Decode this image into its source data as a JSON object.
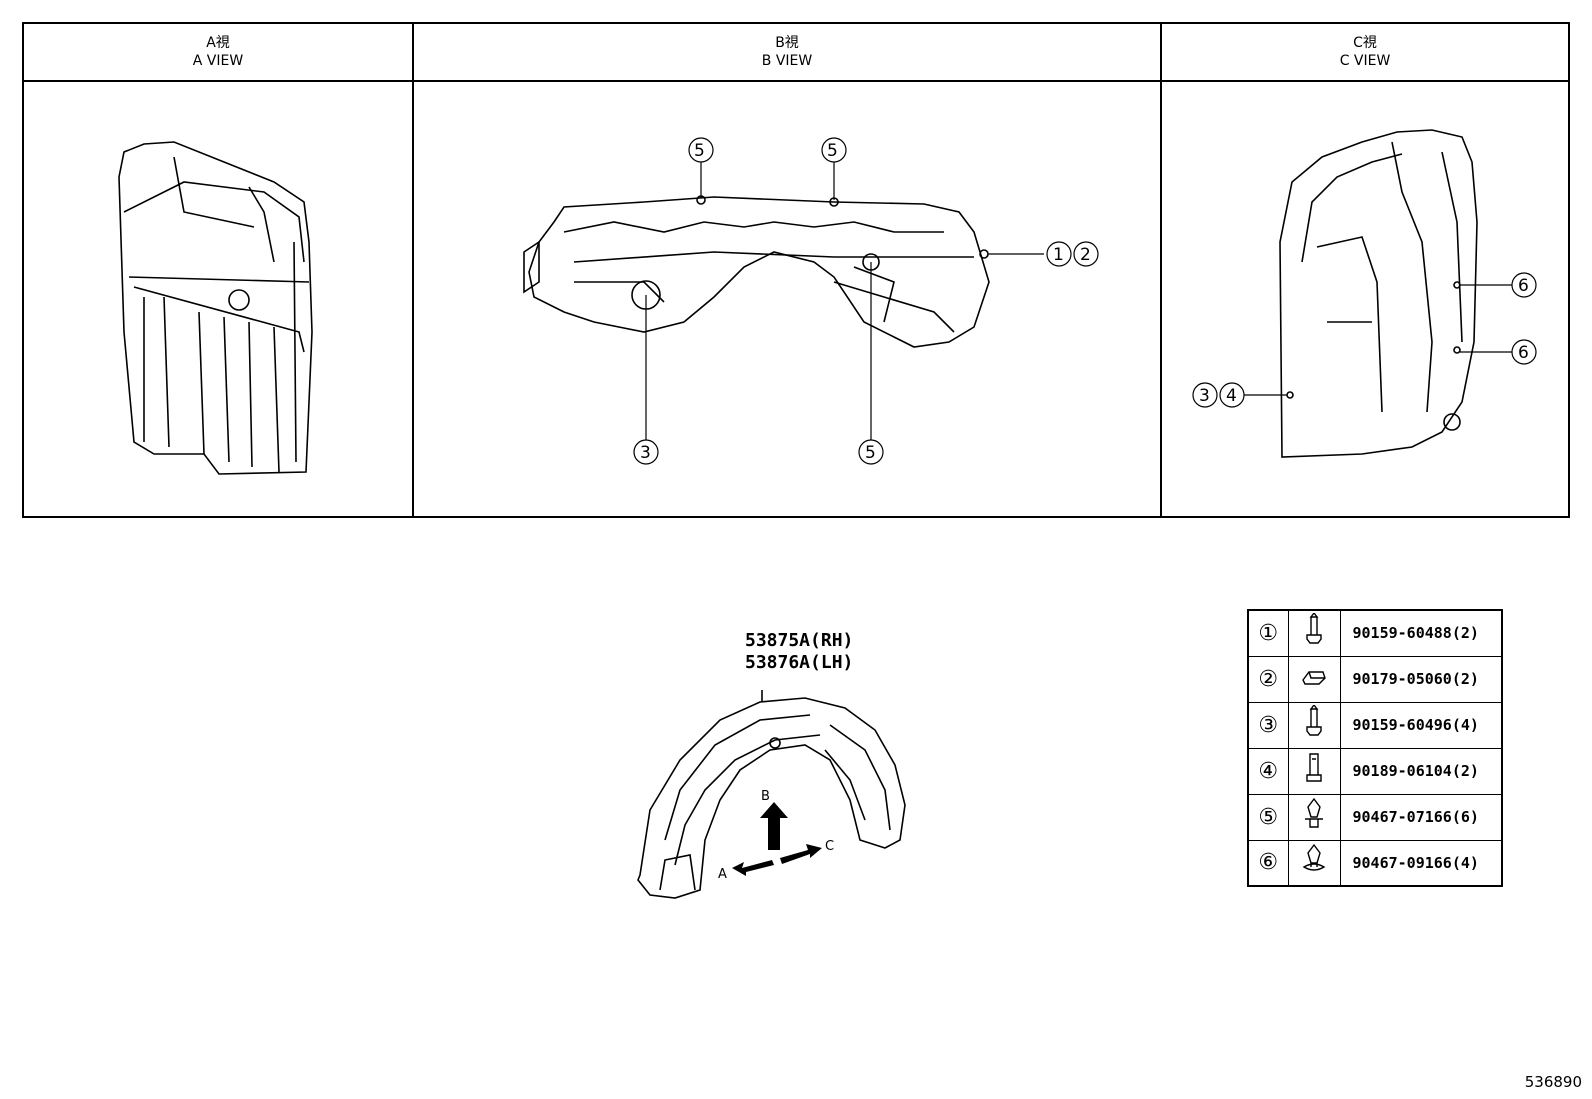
{
  "views": [
    {
      "kanji": "A視",
      "label": "A VIEW"
    },
    {
      "kanji": "B視",
      "label": "B VIEW"
    },
    {
      "kanji": "C視",
      "label": "C VIEW"
    }
  ],
  "b_view_callouts": {
    "top_left": "⑤",
    "top_right": "⑤",
    "right": "①②",
    "bottom_left": "③",
    "bottom_right": "⑤"
  },
  "c_view_callouts": {
    "upper_right": "⑥",
    "lower_right": "⑥",
    "left": "③④"
  },
  "main_part": {
    "rh": "53875A(RH)",
    "lh": "53876A(LH)"
  },
  "direction_labels": {
    "a": "A",
    "b": "B",
    "c": "C"
  },
  "hardware": [
    {
      "num": "①",
      "icon": "bolt-icon",
      "part": "90159-60488(2)"
    },
    {
      "num": "②",
      "icon": "clip-nut-icon",
      "part": "90179-05060(2)"
    },
    {
      "num": "③",
      "icon": "bolt-icon",
      "part": "90159-60496(4)"
    },
    {
      "num": "④",
      "icon": "grommet-icon",
      "part": "90189-06104(2)"
    },
    {
      "num": "⑤",
      "icon": "push-clip-icon",
      "part": "90467-07166(6)"
    },
    {
      "num": "⑥",
      "icon": "push-clip-icon",
      "part": "90467-09166(4)"
    }
  ],
  "ref_code": "536890"
}
